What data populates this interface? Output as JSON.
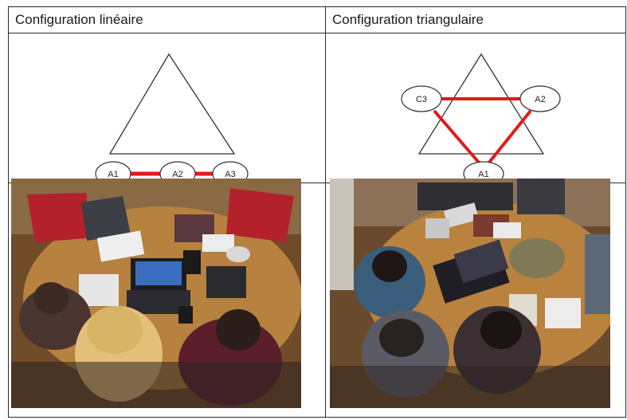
{
  "panels": [
    {
      "title": "Configuration linéaire",
      "nodes": [
        "A1",
        "A2",
        "A3"
      ]
    },
    {
      "title": "Configuration triangulaire",
      "nodes": [
        "C3",
        "A2",
        "A1"
      ]
    }
  ],
  "colors": {
    "link": "#e01b1b",
    "outline": "#333333",
    "wood_table": "#b7813f",
    "chair_red": "#b3212b"
  }
}
